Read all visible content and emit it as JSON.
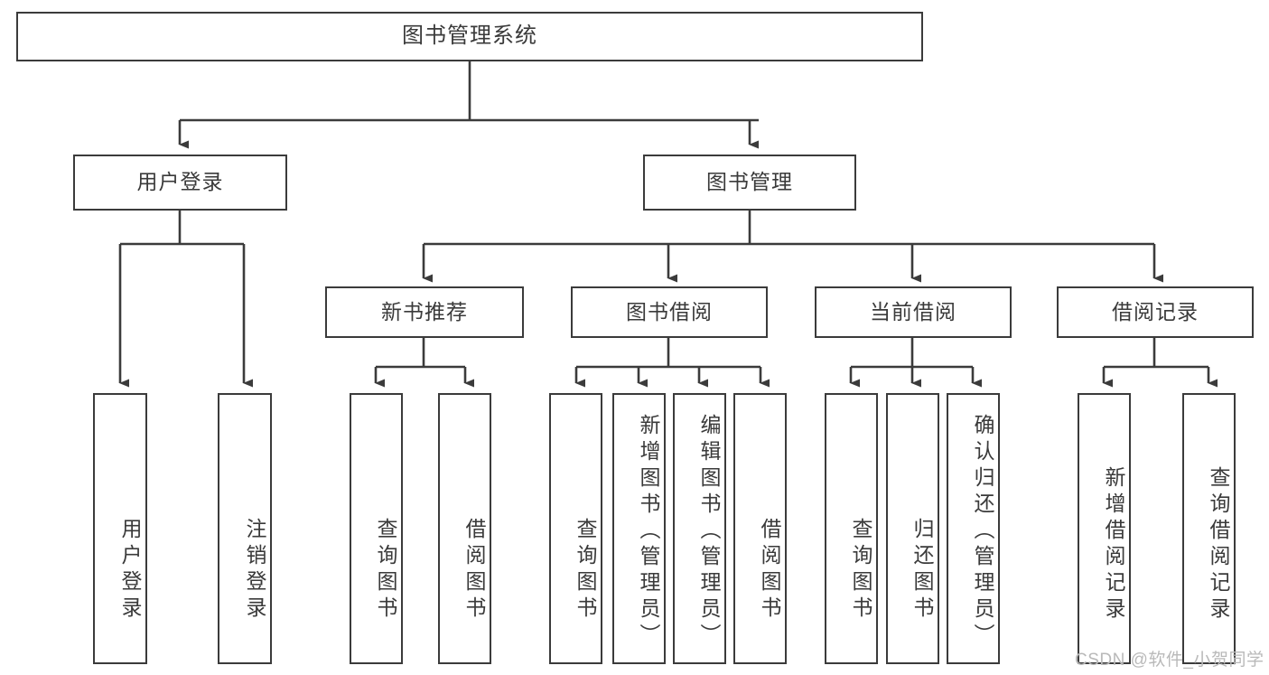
{
  "diagram": {
    "title": "图书管理系统",
    "type": "hierarchy-tree",
    "orientation": "top-down",
    "root": {
      "id": "root",
      "label": "图书管理系统"
    },
    "level1": [
      {
        "id": "user-login",
        "label": "用户登录"
      },
      {
        "id": "book-manage",
        "label": "图书管理"
      }
    ],
    "level2": [
      {
        "id": "new-book-recommend",
        "label": "新书推荐",
        "parent": "book-manage"
      },
      {
        "id": "book-borrow",
        "label": "图书借阅",
        "parent": "book-manage"
      },
      {
        "id": "current-borrow",
        "label": "当前借阅",
        "parent": "book-manage"
      },
      {
        "id": "borrow-record",
        "label": "借阅记录",
        "parent": "book-manage"
      }
    ],
    "leaves": [
      {
        "id": "leaf-user-login",
        "label": "用户登录",
        "parent": "user-login"
      },
      {
        "id": "leaf-logout",
        "label": "注销登录",
        "parent": "user-login"
      },
      {
        "id": "leaf-query-book-1",
        "label": "查询图书",
        "parent": "new-book-recommend"
      },
      {
        "id": "leaf-borrow-book-1",
        "label": "借阅图书",
        "parent": "new-book-recommend"
      },
      {
        "id": "leaf-query-book-2",
        "label": "查询图书",
        "parent": "book-borrow"
      },
      {
        "id": "leaf-add-book",
        "label": "新增图书（管理员）",
        "parent": "book-borrow"
      },
      {
        "id": "leaf-edit-book",
        "label": "编辑图书（管理员）",
        "parent": "book-borrow"
      },
      {
        "id": "leaf-borrow-book-2",
        "label": "借阅图书",
        "parent": "book-borrow"
      },
      {
        "id": "leaf-query-book-3",
        "label": "查询图书",
        "parent": "current-borrow"
      },
      {
        "id": "leaf-return-book",
        "label": "归还图书",
        "parent": "current-borrow"
      },
      {
        "id": "leaf-confirm-return",
        "label": "确认归还（管理员）",
        "parent": "current-borrow"
      },
      {
        "id": "leaf-add-record",
        "label": "新增借阅记录",
        "parent": "borrow-record"
      },
      {
        "id": "leaf-query-record",
        "label": "查询借阅记录",
        "parent": "borrow-record"
      }
    ],
    "colors": {
      "stroke": "#3b3b3b",
      "fill": "#ffffff",
      "text": "#3a3a3a",
      "watermark": "#b9b9b9"
    }
  },
  "watermark": {
    "text": "CSDN @软件_小贺同学"
  }
}
